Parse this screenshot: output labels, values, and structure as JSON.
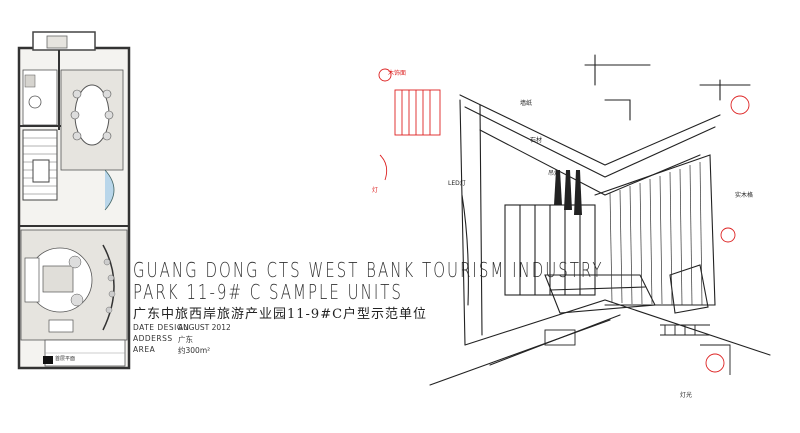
{
  "title": {
    "line1": "GUANG DONG CTS WEST BANK TOURISM INDUSTRY",
    "line2": "PARK 11-9# C SAMPLE UNITS",
    "chinese": "广东中旅西岸旅游产业园11-9#C户型示范单位"
  },
  "info": [
    {
      "label": "DATE DESIGN",
      "value": "AUGUST 2012"
    },
    {
      "label": "ADDERSS",
      "value": "广东"
    },
    {
      "label": "AREA",
      "value": "约300m²"
    }
  ],
  "plan": {
    "caption": "首层平面"
  },
  "colors": {
    "ink": "#222222",
    "red": "#d22222",
    "plan_fill": "#e6e4df",
    "plan_line": "#555555"
  },
  "annotations": [
    {
      "text": "木饰面",
      "color": "red"
    },
    {
      "text": "墙纸",
      "color": "black"
    },
    {
      "text": "石材",
      "color": "black"
    },
    {
      "text": "LED灯",
      "color": "black"
    },
    {
      "text": "实木格",
      "color": "black"
    },
    {
      "text": "灯",
      "color": "red"
    },
    {
      "text": "吊灯",
      "color": "black"
    },
    {
      "text": "灯光",
      "color": "black"
    }
  ]
}
